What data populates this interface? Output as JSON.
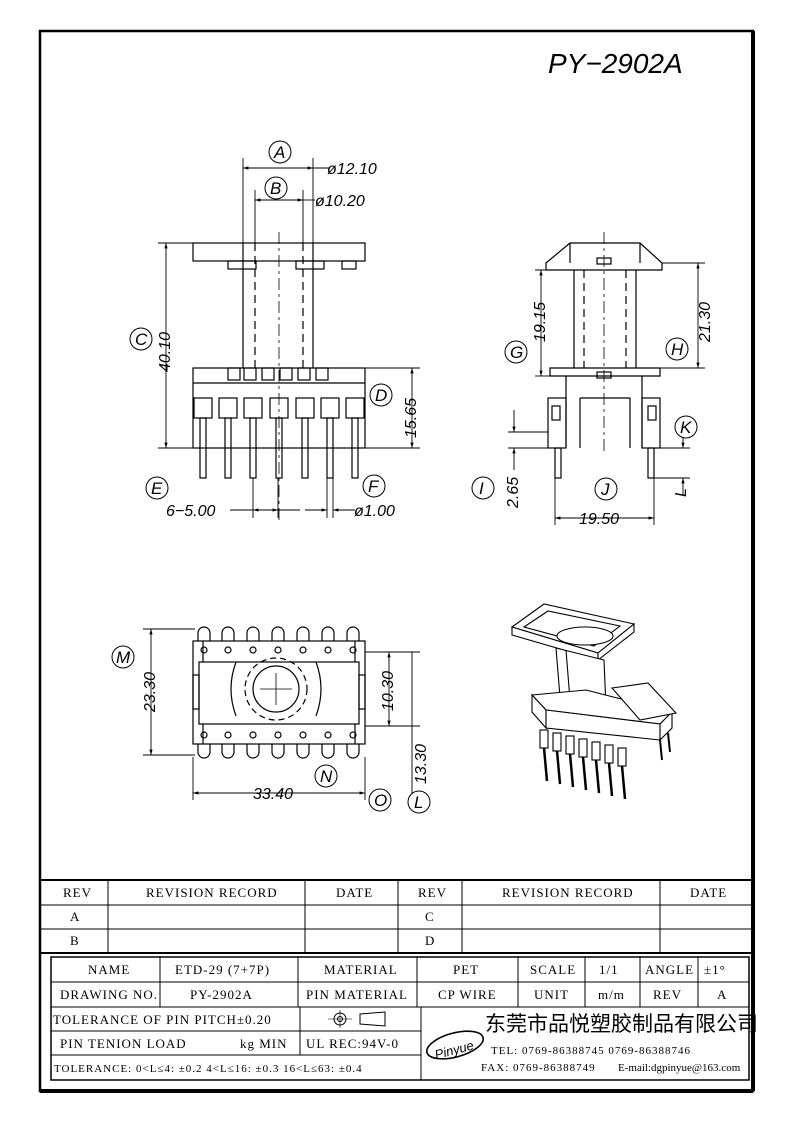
{
  "title": "PY−2902A",
  "dims": {
    "a": "A",
    "a_val": "ø12.10",
    "b": "B",
    "b_val": "ø10.20",
    "c": "C",
    "c_val": "40.10",
    "d": "D",
    "d_val": "15.65",
    "e": "E",
    "e_val": "6−5.00",
    "f": "F",
    "f_val": "ø1.00",
    "g": "G",
    "g_val": "19.15",
    "h": "H",
    "h_val": "21.30",
    "i": "I",
    "i_val": "2.65",
    "j": "J",
    "j_val": "19.50",
    "k": "K",
    "l_letter": "L",
    "m": "M",
    "m_val": "23.30",
    "mid_val": "10.30",
    "n": "N",
    "n_val": "33.40",
    "o": "O",
    "l": "L",
    "l_val": "13.30"
  },
  "revision": {
    "headers": [
      "REV",
      "REVISION RECORD",
      "DATE",
      "REV",
      "REVISION RECORD",
      "DATE"
    ],
    "rows": [
      [
        "A",
        "",
        "",
        "C",
        "",
        ""
      ],
      [
        "B",
        "",
        "",
        "D",
        "",
        ""
      ]
    ]
  },
  "titleblock": {
    "name_label": "NAME",
    "name_value": "ETD-29 (7+7P)",
    "material_label": "MATERIAL",
    "material_value": "PET",
    "scale_label": "SCALE",
    "scale_value": "1/1",
    "angle_label": "ANGLE",
    "angle_value": "±1°",
    "drawing_label": "DRAWING NO.",
    "drawing_value": "PY-2902A",
    "pin_material_label": "PIN MATERIAL",
    "pin_material_value": "CP WIRE",
    "unit_label": "UNIT",
    "unit_value": "m/m",
    "rev_label": "REV",
    "rev_value": "A",
    "tolerance_pitch": "TOLERANCE OF PIN PITCH±0.20",
    "pin_load": "PIN TENION LOAD",
    "pin_load_unit": "kg MIN",
    "ul": "UL REC:94V-0",
    "tolerance": "TOLERANCE: 0<L≤4: ±0.2  4<L≤16: ±0.3  16<L≤63: ±0.4",
    "brand": "Pinyue",
    "company": "东莞市品悦塑胶制品有限公司",
    "tel": "TEL: 0769-86388745    0769-86388746",
    "fax": "FAX: 0769-86388749",
    "email": "E-mail:dgpinyue@163.com"
  }
}
